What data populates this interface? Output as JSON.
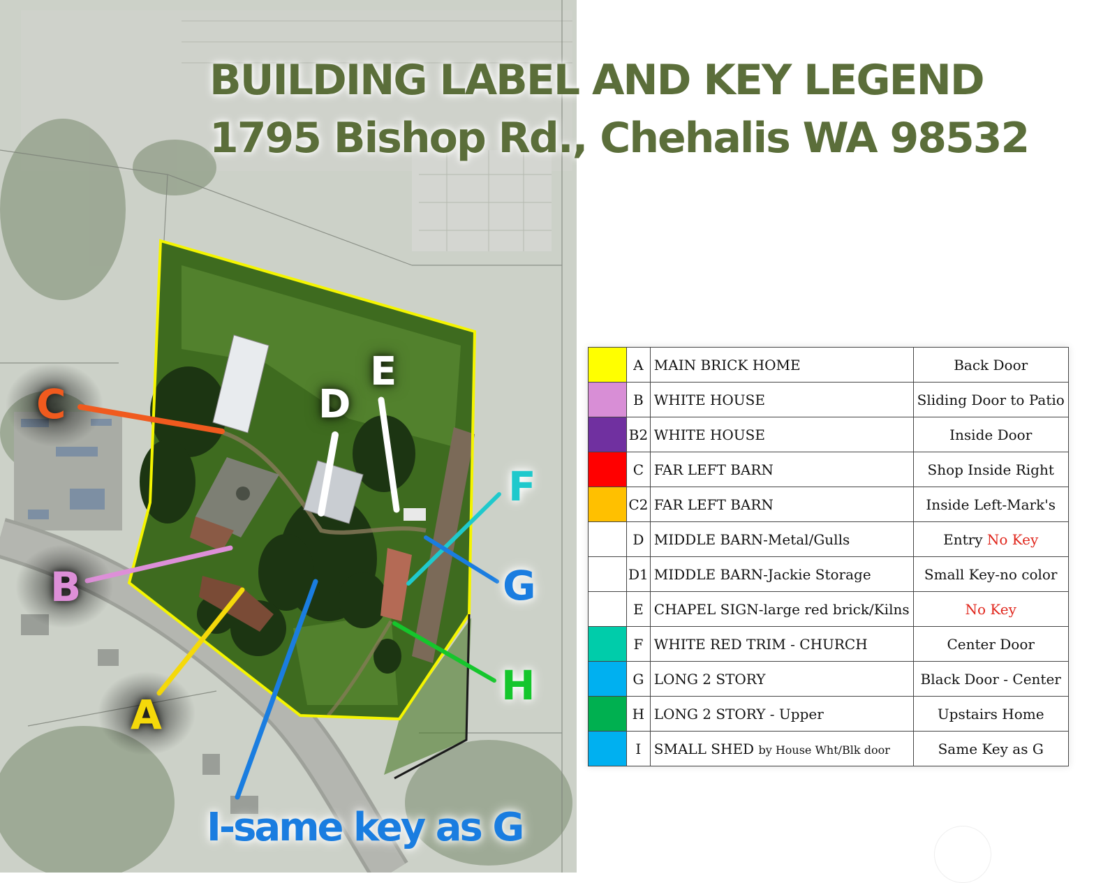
{
  "title": {
    "line1": "BUILDING LABEL AND KEY LEGEND",
    "line2": "1795 Bishop Rd., Chehalis WA 98532"
  },
  "map_labels": [
    {
      "id": "A",
      "text": "A",
      "color": "#f5d90a"
    },
    {
      "id": "B",
      "text": "B",
      "color": "#dd8fd8"
    },
    {
      "id": "C",
      "text": "C",
      "color": "#f05a1e"
    },
    {
      "id": "D",
      "text": "D",
      "color": "#ffffff"
    },
    {
      "id": "E",
      "text": "E",
      "color": "#ffffff"
    },
    {
      "id": "F",
      "text": "F",
      "color": "#1fc9cc"
    },
    {
      "id": "G",
      "text": "G",
      "color": "#1a7de0"
    },
    {
      "id": "H",
      "text": "H",
      "color": "#15c62c"
    },
    {
      "id": "I",
      "text": "I-same key as G",
      "color": "#1a7de0"
    }
  ],
  "legend": {
    "rows": [
      {
        "color": "#ffff00",
        "code": "A",
        "building": "MAIN BRICK HOME",
        "building_small": "",
        "key_pre": "Back Door",
        "key_red": ""
      },
      {
        "color": "#d88ed6",
        "code": "B",
        "building": "WHITE HOUSE",
        "building_small": "",
        "key_pre": "Sliding Door to Patio",
        "key_red": ""
      },
      {
        "color": "#7030a0",
        "code": "B2",
        "building": "WHITE HOUSE",
        "building_small": "",
        "key_pre": "Inside Door",
        "key_red": ""
      },
      {
        "color": "#ff0000",
        "code": "C",
        "building": "FAR LEFT BARN",
        "building_small": "",
        "key_pre": "Shop Inside Right",
        "key_red": ""
      },
      {
        "color": "#ffc000",
        "code": "C2",
        "building": "FAR LEFT BARN",
        "building_small": "",
        "key_pre": "Inside Left-Mark's",
        "key_red": ""
      },
      {
        "color": "#ffffff",
        "code": "D",
        "building": "MIDDLE BARN-Metal/Gulls",
        "building_small": "",
        "key_pre": "Entry ",
        "key_red": "No Key"
      },
      {
        "color": "#ffffff",
        "code": "D1",
        "building": "MIDDLE BARN-Jackie Storage",
        "building_small": "",
        "key_pre": "Small Key-no color",
        "key_red": ""
      },
      {
        "color": "#ffffff",
        "code": "E",
        "building": "CHAPEL SIGN-large red brick/Kilns",
        "building_small": "",
        "key_pre": "",
        "key_red": "No Key"
      },
      {
        "color": "#00ccaa",
        "code": "F",
        "building": "WHITE RED TRIM - CHURCH",
        "building_small": "",
        "key_pre": "Center Door",
        "key_red": ""
      },
      {
        "color": "#00b0f0",
        "code": "G",
        "building": "LONG 2 STORY",
        "building_small": "",
        "key_pre": "Black Door - Center",
        "key_red": ""
      },
      {
        "color": "#00b050",
        "code": "H",
        "building": "LONG 2 STORY - Upper",
        "building_small": "",
        "key_pre": "Upstairs Home",
        "key_red": ""
      },
      {
        "color": "#00b0f0",
        "code": "I",
        "building": "SMALL SHED ",
        "building_small": "by House Wht/Blk door",
        "key_pre": "Same Key as G",
        "key_red": ""
      }
    ]
  }
}
